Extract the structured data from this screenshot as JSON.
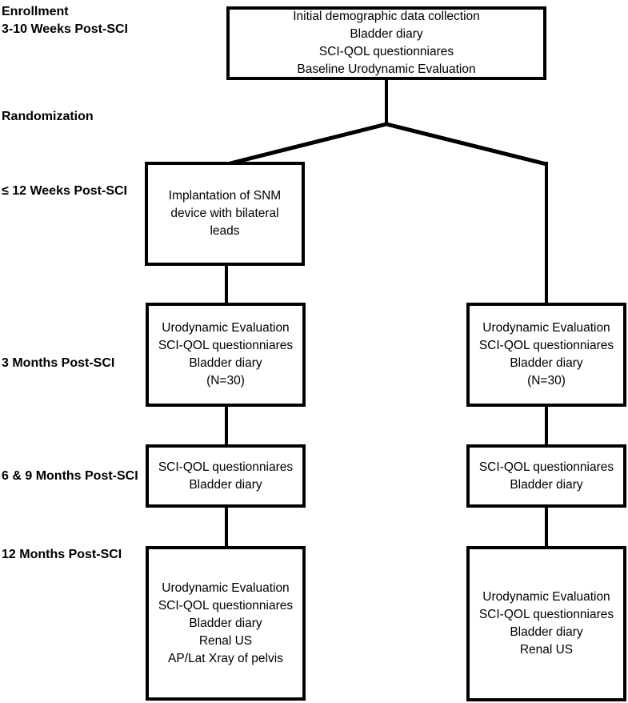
{
  "colors": {
    "background": "#ffffff",
    "line": "#000000",
    "text": "#000000"
  },
  "timeline_labels": {
    "enrollment": [
      "Enrollment",
      "3-10 Weeks Post-SCI"
    ],
    "randomization": [
      "Randomization"
    ],
    "within_12_weeks": [
      "≤ 12 Weeks Post-SCI"
    ],
    "months_3": [
      "3 Months Post-SCI"
    ],
    "months_6_9": [
      "6 & 9 Months Post-SCI"
    ],
    "months_12": [
      "12 Months Post-SCI"
    ]
  },
  "boxes": {
    "baseline": [
      "Initial demographic data collection",
      "Bladder diary",
      "SCI-QOL questionniares",
      "Baseline Urodynamic Evaluation"
    ],
    "implantation": [
      "Implantation of SNM",
      "device with bilateral",
      "leads"
    ],
    "snm_arm_3_months": [
      "Urodynamic Evaluation",
      "SCI-QOL questionniares",
      "Bladder diary",
      "(N=30)"
    ],
    "control_arm_3_months": [
      "Urodynamic Evaluation",
      "SCI-QOL questionniares",
      "Bladder diary",
      "(N=30)"
    ],
    "snm_arm_6_9_months": [
      "SCI-QOL questionniares",
      "Bladder diary"
    ],
    "control_arm_6_9_months": [
      "SCI-QOL questionniares",
      "Bladder diary"
    ],
    "snm_arm_12_months": [
      "Urodynamic Evaluation",
      "SCI-QOL questionniares",
      "Bladder diary",
      "Renal US",
      "AP/Lat Xray of pelvis"
    ],
    "control_arm_12_months": [
      "Urodynamic Evaluation",
      "SCI-QOL questionniares",
      "Bladder diary",
      "Renal US"
    ]
  }
}
